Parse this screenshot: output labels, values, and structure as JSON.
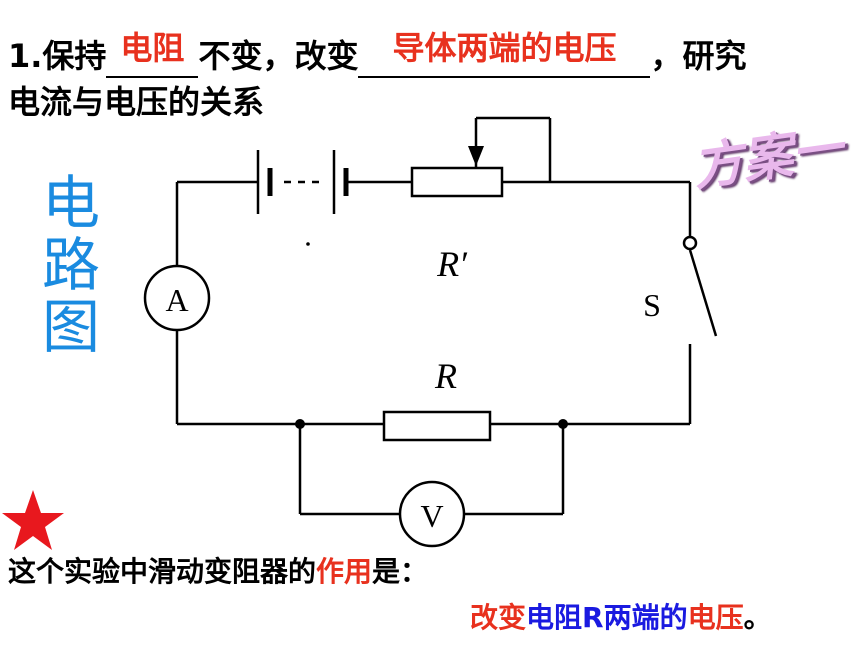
{
  "question": {
    "part1": "1.保持",
    "blank1": "电阻",
    "part2": "不变，改变",
    "blank2": "导体两端的电压",
    "part3": "，研究",
    "line2": "电流与电压的关系"
  },
  "side_label": [
    "电",
    "路",
    "图"
  ],
  "scheme_label": "方案一",
  "circuit": {
    "rheostat_label": "R′",
    "resistor_label": "R",
    "ammeter": "A",
    "voltmeter": "V",
    "switch": "S"
  },
  "bottom": {
    "line1_a": "这个实验中滑动变阻器的",
    "line1_b": "作用",
    "line1_c": "是：",
    "line2_a": "改变",
    "line2_b": "电阻R两端的",
    "line2_c": "电压",
    "line2_d": "。"
  },
  "colors": {
    "answer_red": "#e8311e",
    "side_blue": "#1a8be0",
    "text_blue": "#1a1ae0",
    "star_red": "#e8181e"
  }
}
